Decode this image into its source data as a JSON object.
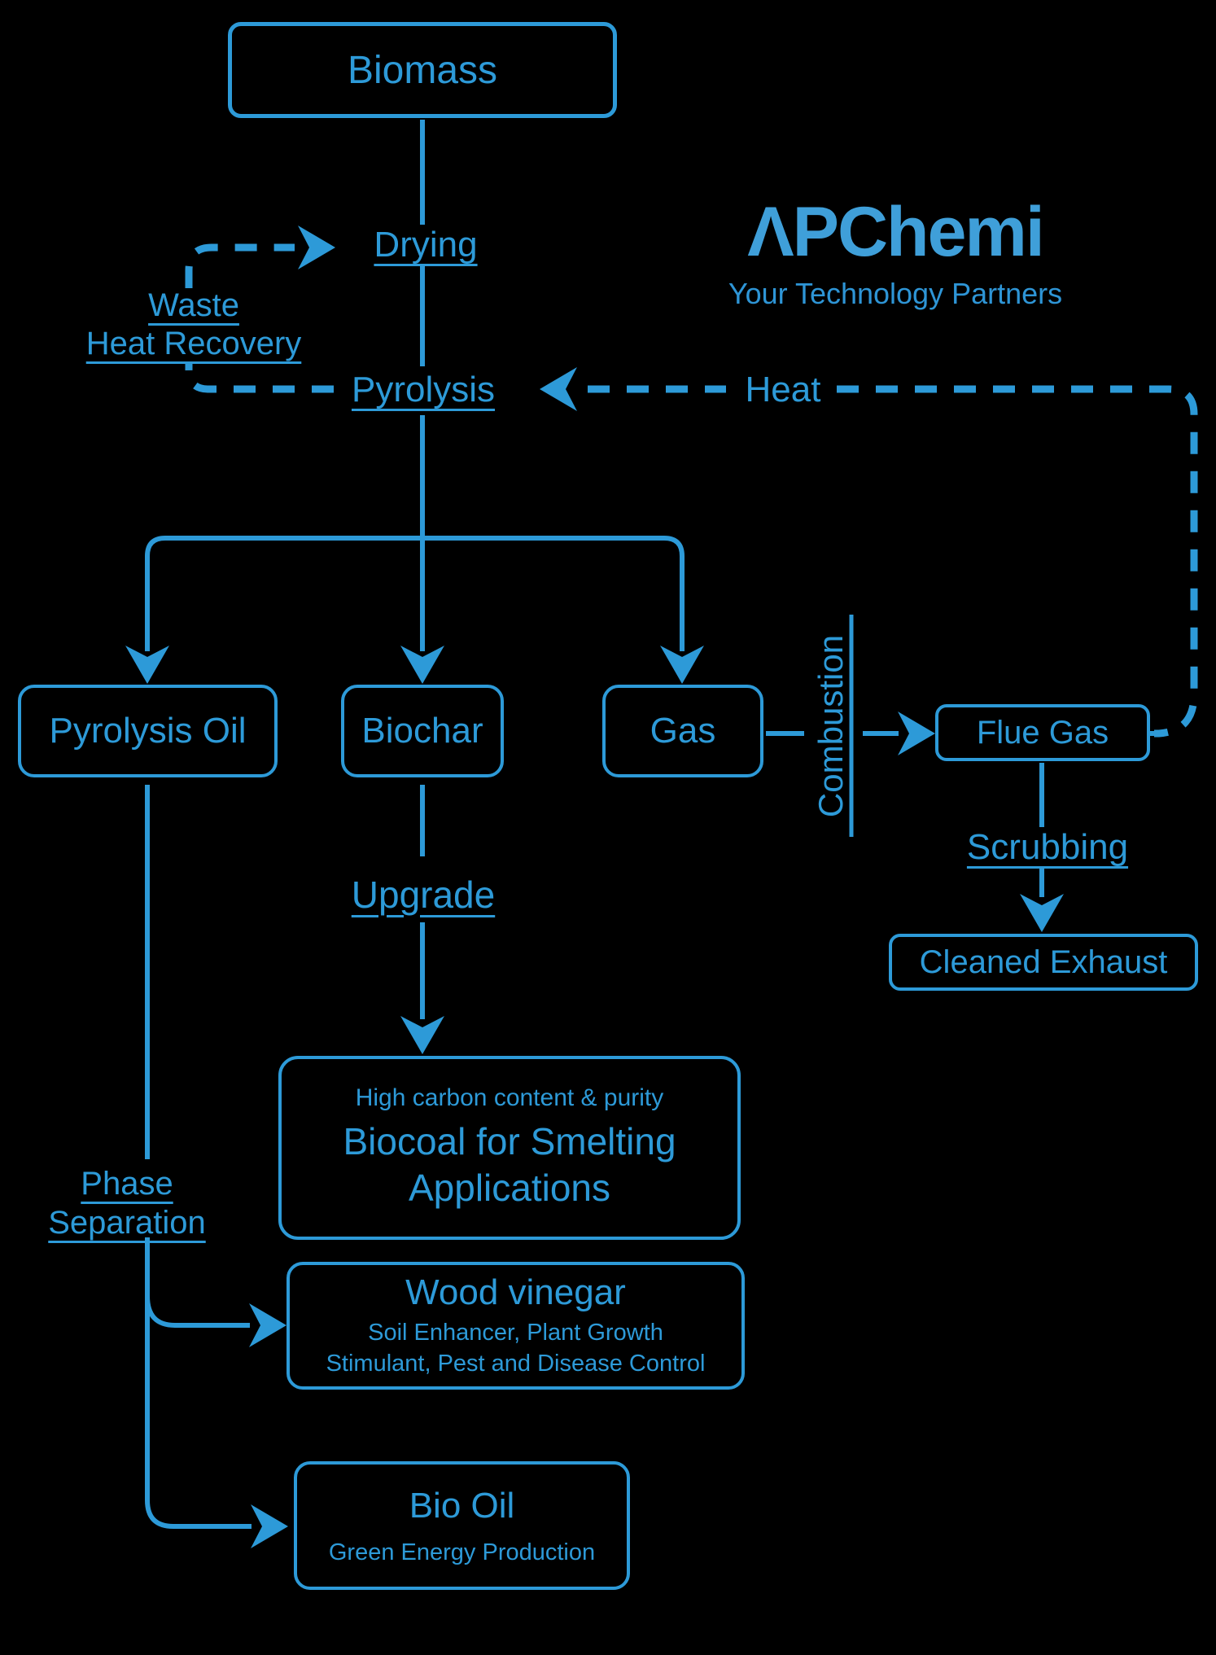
{
  "colors": {
    "background": "#000000",
    "accent": "#2d9ad8",
    "logo_brand": "#3f9fd9",
    "logo_tagline": "#2e95d6"
  },
  "logo": {
    "brand": "ΛPChemi",
    "tagline": "Your Technology Partners"
  },
  "labels": {
    "drying": "Drying",
    "waste_heat_recovery": [
      "Waste",
      "Heat Recovery"
    ],
    "pyrolysis": "Pyrolysis",
    "heat": "Heat",
    "combustion": "Combustion",
    "upgrade": "Upgrade",
    "scrubbing": "Scrubbing",
    "phase_separation": [
      "Phase",
      "Separation"
    ]
  },
  "nodes": {
    "biomass": "Biomass",
    "pyrolysis_oil": "Pyrolysis Oil",
    "biochar": "Biochar",
    "gas": "Gas",
    "flue_gas": "Flue Gas",
    "cleaned_exhaust": "Cleaned Exhaust",
    "biocoal": {
      "subtitle": "High carbon content & purity",
      "title": [
        "Biocoal for Smelting",
        "Applications"
      ]
    },
    "wood_vinegar": {
      "title": "Wood vinegar",
      "subtitle": [
        "Soil Enhancer, Plant Growth",
        "Stimulant, Pest and Disease Control"
      ]
    },
    "bio_oil": {
      "title": "Bio Oil",
      "subtitle": "Green Energy Production"
    }
  }
}
